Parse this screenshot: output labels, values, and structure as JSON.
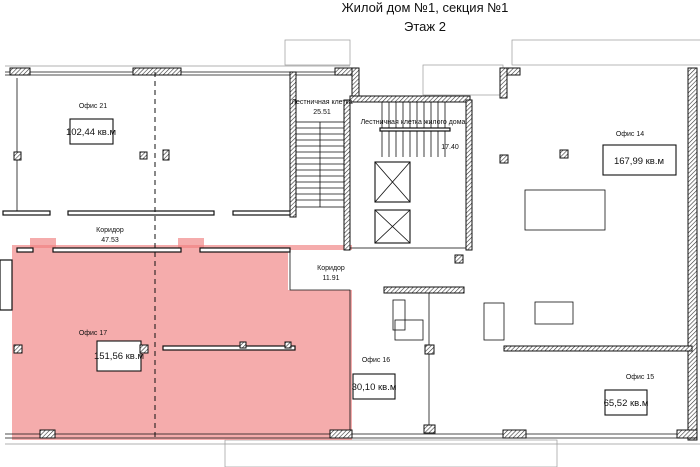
{
  "header": {
    "title": "Жилой дом  №1, секция №1",
    "floor": "Этаж 2"
  },
  "colors": {
    "highlight": "#f08080",
    "wall": "#111111"
  },
  "rooms": {
    "office21": {
      "name": "Офис 21",
      "area": "102,44 кв.м"
    },
    "office17": {
      "name": "Офис 17",
      "area": "151,56 кв.м",
      "selected": true
    },
    "office16": {
      "name": "Офис 16",
      "area": "30,10 кв.м"
    },
    "office15": {
      "name": "Офис 15",
      "area": "65,52 кв.м"
    },
    "office14": {
      "name": "Офис 14",
      "area": "167,99 кв.м"
    },
    "corridor1": {
      "name": "Коридор",
      "area": "47.53"
    },
    "corridor2": {
      "name": "Коридор",
      "area": "11.91"
    },
    "stair1": {
      "name": "Лестничная клетка",
      "area": "25.51"
    },
    "stair2": {
      "name": "Лестничная клетка жилого дома",
      "area": "17.40"
    }
  }
}
